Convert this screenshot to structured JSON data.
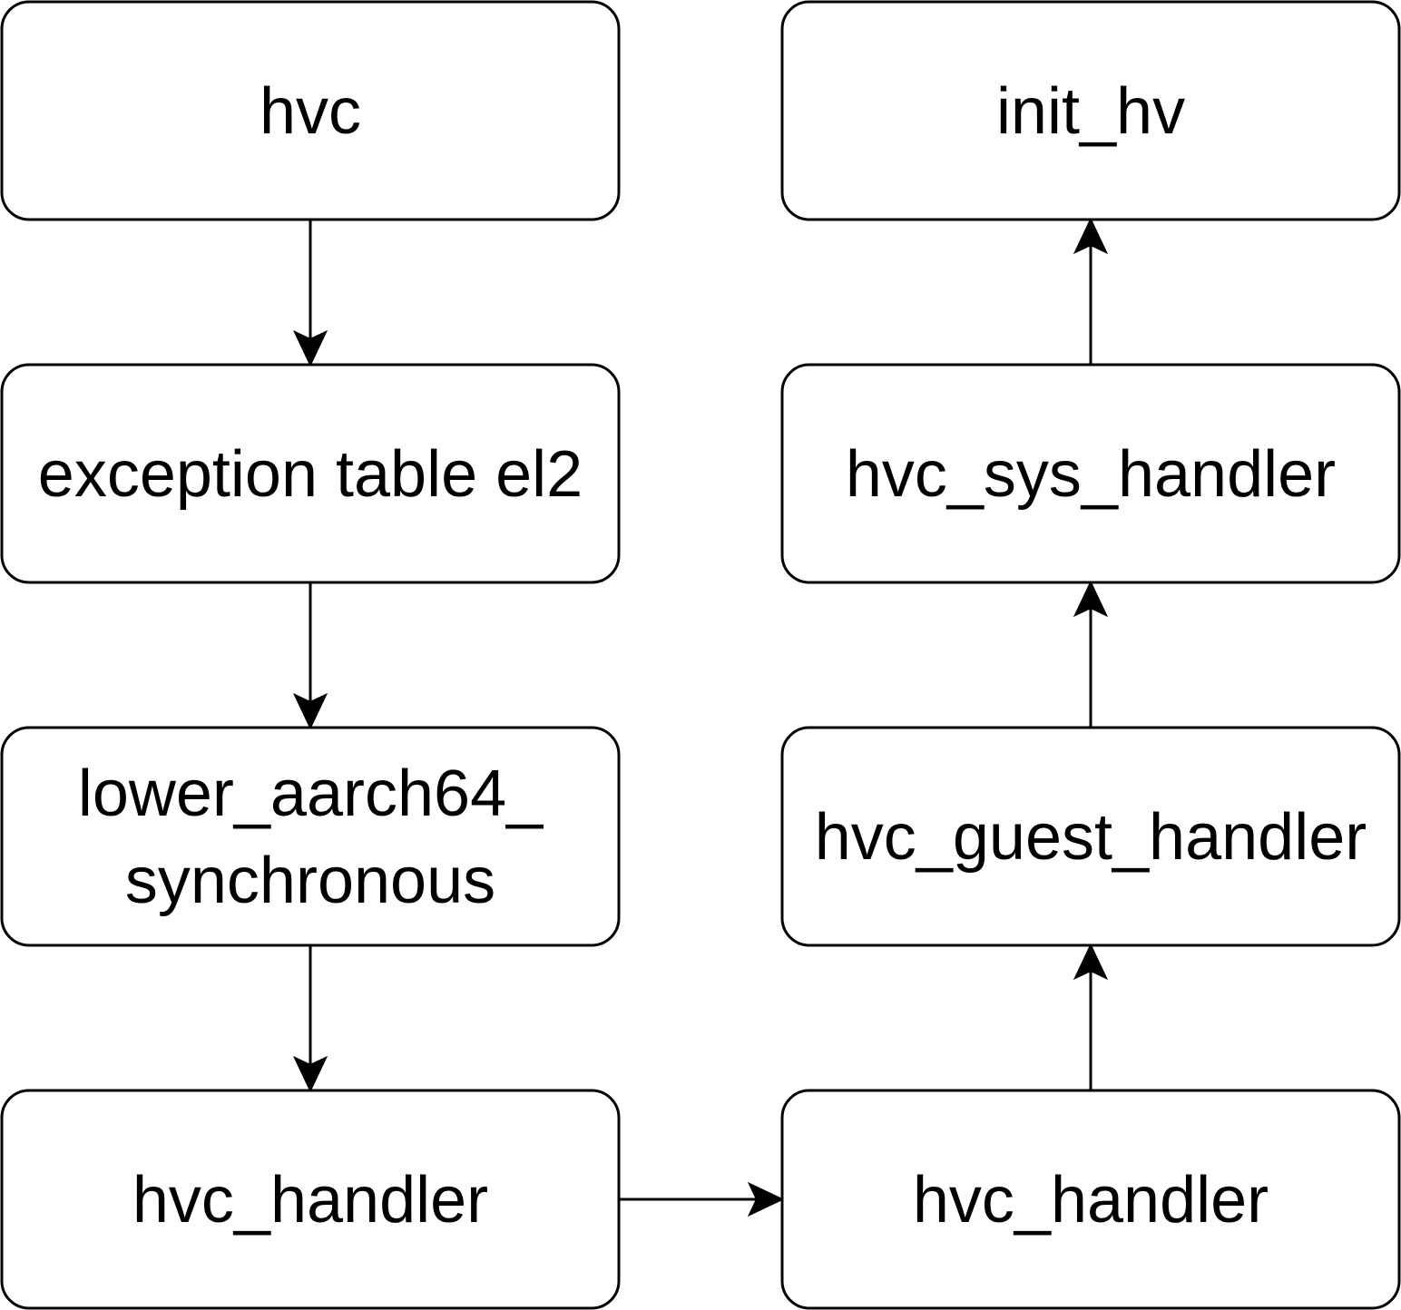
{
  "diagram": {
    "stroke_color": "#000000",
    "fill_color": "#ffffff",
    "nodes": [
      {
        "id": "hvc",
        "lines": [
          "hvc"
        ]
      },
      {
        "id": "exception-table-el2",
        "lines": [
          "exception table el2"
        ]
      },
      {
        "id": "lower-aarch64-synchronous",
        "lines": [
          "lower_aarch64_",
          "synchronous"
        ]
      },
      {
        "id": "hvc-handler-left",
        "lines": [
          "hvc_handler"
        ]
      },
      {
        "id": "hvc-handler-right",
        "lines": [
          "hvc_handler"
        ]
      },
      {
        "id": "hvc-guest-handler",
        "lines": [
          "hvc_guest_handler"
        ]
      },
      {
        "id": "hvc-sys-handler",
        "lines": [
          "hvc_sys_handler"
        ]
      },
      {
        "id": "init-hv",
        "lines": [
          "init_hv"
        ]
      }
    ],
    "edges": [
      {
        "from": "hvc",
        "to": "exception-table-el2"
      },
      {
        "from": "exception-table-el2",
        "to": "lower-aarch64-synchronous"
      },
      {
        "from": "lower-aarch64-synchronous",
        "to": "hvc-handler-left"
      },
      {
        "from": "hvc-handler-left",
        "to": "hvc-handler-right"
      },
      {
        "from": "hvc-handler-right",
        "to": "hvc-guest-handler"
      },
      {
        "from": "hvc-guest-handler",
        "to": "hvc-sys-handler"
      },
      {
        "from": "hvc-sys-handler",
        "to": "init-hv"
      }
    ]
  }
}
